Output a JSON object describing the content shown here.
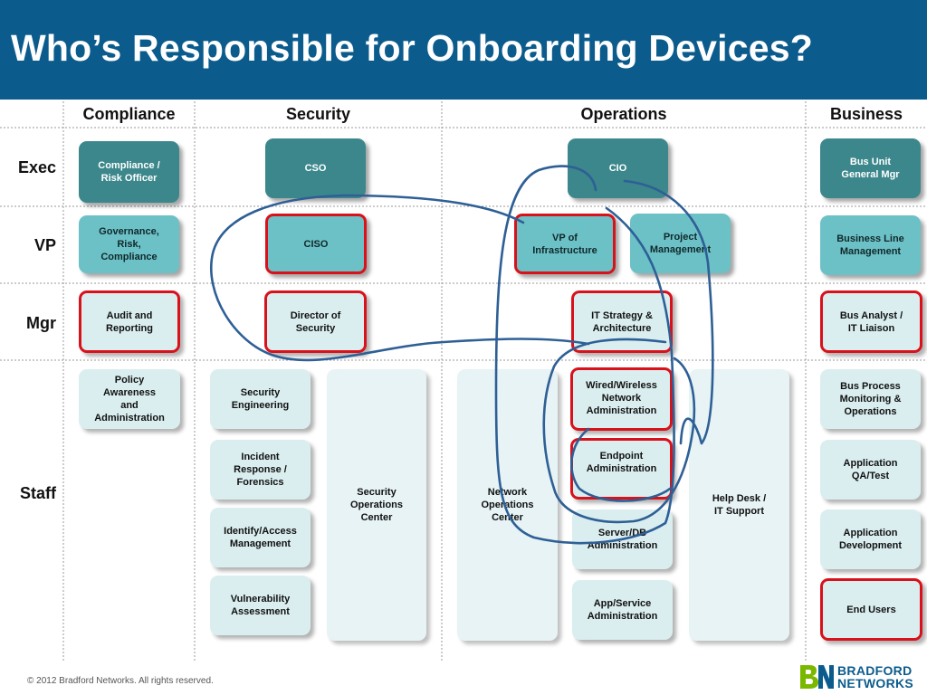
{
  "title": "Who’s Responsible for Onboarding Devices?",
  "columns": {
    "compliance": "Compliance",
    "security": "Security",
    "operations": "Operations",
    "business": "Business"
  },
  "rows": {
    "exec": "Exec",
    "vp": "VP",
    "mgr": "Mgr",
    "staff": "Staff"
  },
  "boxes": {
    "compliance_officer": "Compliance /\nRisk Officer",
    "cso": "CSO",
    "cio": "CIO",
    "bus_unit_gm": "Bus Unit\nGeneral Mgr",
    "grc": "Governance,\nRisk,\nCompliance",
    "ciso": "CISO",
    "vp_infrastructure": "VP of\nInfrastructure",
    "project_management": "Project\nManagement",
    "business_line_mgmt": "Business Line\nManagement",
    "audit_reporting": "Audit and\nReporting",
    "director_security": "Director of\nSecurity",
    "it_strategy": "IT Strategy &\nArchitecture",
    "bus_analyst": "Bus Analyst /\nIT Liaison",
    "policy_awareness": "Policy\nAwareness\nand\nAdministration",
    "security_engineering": "Security\nEngineering",
    "incident_response": "Incident\nResponse /\nForensics",
    "identify_access": "Identify/Access\nManagement",
    "vulnerability_assessment": "Vulnerability\nAssessment",
    "soc": "Security\nOperations\nCenter",
    "noc": "Network\nOperations\nCenter",
    "wired_wireless": "Wired/Wireless\nNetwork\nAdministration",
    "endpoint_admin": "Endpoint\nAdministration",
    "server_db_admin": "Server/DB\nAdministration",
    "app_service_admin": "App/Service\nAdministration",
    "help_desk": "Help Desk /\nIT Support",
    "bus_process": "Bus Process\nMonitoring &\nOperations",
    "app_qa": "Application\nQA/Test",
    "app_dev": "Application\nDevelopment",
    "end_users": "End Users"
  },
  "footer": {
    "copyright": "© 2012 Bradford Networks. All rights reserved.",
    "logo_line1": "BRADFORD",
    "logo_line2": "NETWORKS"
  },
  "colors": {
    "title_bar": "#0b5c8c",
    "exec_box": "#3c878b",
    "vp_box": "#6cc1c7",
    "staff_box": "#daeef0",
    "highlight_border": "#d9111a",
    "annotation_ink": "#2e5f95",
    "logo_green": "#7ab800"
  }
}
